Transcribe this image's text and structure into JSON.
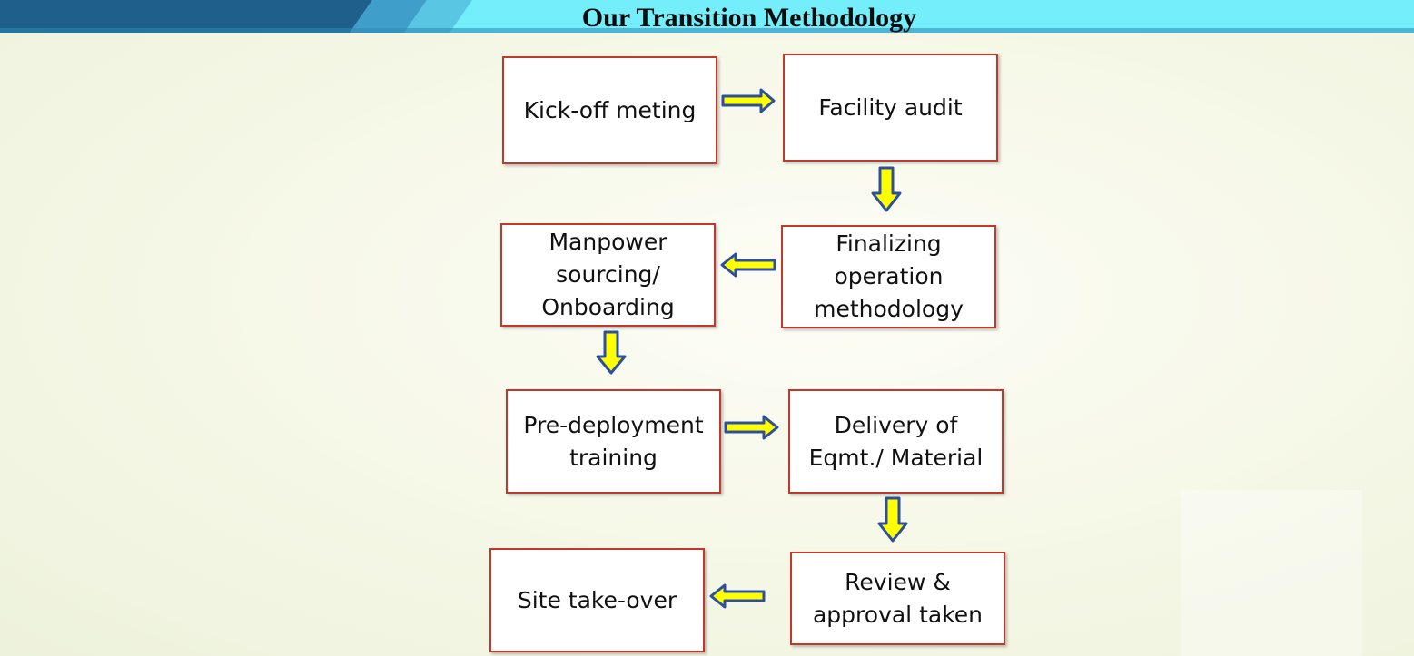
{
  "title": "Our Transition Methodology",
  "colors": {
    "box_border": "#c0392b",
    "arrow_fill": "#ffff00",
    "arrow_stroke": "#2e4f9e",
    "banner": "#6fe9f7",
    "banner_dark": "#1f5f8b"
  },
  "steps": [
    {
      "label": "Kick-off meting"
    },
    {
      "label": "Facility audit"
    },
    {
      "label": "Finalizing\noperation\nmethodology"
    },
    {
      "label": "Manpower\nsourcing/\nOnboarding"
    },
    {
      "label": "Pre-deployment\ntraining"
    },
    {
      "label": "Delivery of\nEqmt./ Material"
    },
    {
      "label": "Review &\napproval taken"
    },
    {
      "label": "Site take-over"
    }
  ],
  "flow": [
    {
      "from": 0,
      "to": 1,
      "direction": "right"
    },
    {
      "from": 1,
      "to": 2,
      "direction": "down"
    },
    {
      "from": 2,
      "to": 3,
      "direction": "left"
    },
    {
      "from": 3,
      "to": 4,
      "direction": "down"
    },
    {
      "from": 4,
      "to": 5,
      "direction": "right"
    },
    {
      "from": 5,
      "to": 6,
      "direction": "down"
    },
    {
      "from": 6,
      "to": 7,
      "direction": "left"
    }
  ]
}
